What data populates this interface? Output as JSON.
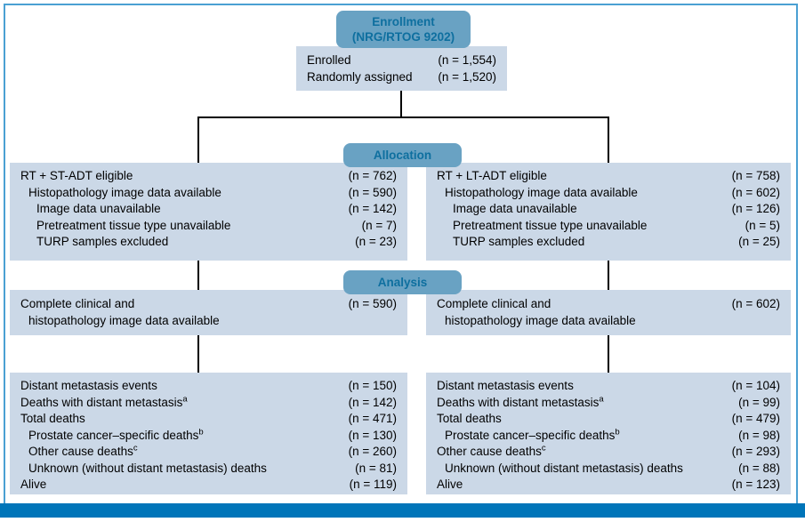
{
  "colors": {
    "header_fill": "#69a2c3",
    "header_text": "#0e6f9f",
    "box_fill": "#cbd8e7",
    "line": "#000000",
    "bottom_bar": "#0075b9",
    "figure_border": "#4aa0d3"
  },
  "enrollment": {
    "header": {
      "line1": "Enrollment",
      "line2": "(NRG/RTOG 9202)"
    },
    "rows": [
      {
        "label": "Enrolled",
        "value": "(n = 1,554)",
        "indent": 0
      },
      {
        "label": "Randomly assigned",
        "value": "(n = 1,520)",
        "indent": 0
      }
    ]
  },
  "allocation": {
    "header": "Allocation",
    "left": {
      "rows": [
        {
          "label": "RT + ST-ADT eligible",
          "value": "(n = 762)",
          "indent": 0
        },
        {
          "label": "Histopathology image data available",
          "value": "(n = 590)",
          "indent": 1
        },
        {
          "label": "Image data unavailable",
          "value": "(n = 142)",
          "indent": 2
        },
        {
          "label": "Pretreatment tissue type unavailable",
          "value": "(n = 7)",
          "indent": 2
        },
        {
          "label": "TURP samples excluded",
          "value": "(n = 23)",
          "indent": 2
        }
      ]
    },
    "right": {
      "rows": [
        {
          "label": "RT + LT-ADT eligible",
          "value": "(n = 758)",
          "indent": 0
        },
        {
          "label": "Histopathology image data available",
          "value": "(n = 602)",
          "indent": 1
        },
        {
          "label": "Image data unavailable",
          "value": "(n = 126)",
          "indent": 2
        },
        {
          "label": "Pretreatment tissue type unavailable",
          "value": "(n = 5)",
          "indent": 2
        },
        {
          "label": "TURP samples excluded",
          "value": "(n = 25)",
          "indent": 2
        }
      ]
    }
  },
  "analysis": {
    "header": "Analysis",
    "left": {
      "rows": [
        {
          "label": "Complete clinical and",
          "value": "(n = 590)",
          "indent": 0
        },
        {
          "label": "histopathology image data available",
          "value": "",
          "indent": 1
        }
      ]
    },
    "right": {
      "rows": [
        {
          "label": "Complete clinical and",
          "value": "(n = 602)",
          "indent": 0
        },
        {
          "label": "histopathology image data available",
          "value": "",
          "indent": 1
        }
      ]
    }
  },
  "outcomes": {
    "left": {
      "rows": [
        {
          "label": "Distant metastasis events",
          "value": "(n = 150)",
          "indent": 0
        },
        {
          "label": "Deaths with distant metastasis",
          "sup": "a",
          "value": "(n = 142)",
          "indent": 0
        },
        {
          "label": "Total deaths",
          "value": "(n = 471)",
          "indent": 0
        },
        {
          "label": "Prostate cancer–specific deaths",
          "sup": "b",
          "value": "(n = 130)",
          "indent": 1
        },
        {
          "label": "Other cause deaths",
          "sup": "c",
          "value": "(n = 260)",
          "indent": 1
        },
        {
          "label": "Unknown (without distant metastasis) deaths",
          "value": "(n = 81)",
          "indent": 1
        },
        {
          "label": "Alive",
          "value": "(n = 119)",
          "indent": 0
        }
      ]
    },
    "right": {
      "rows": [
        {
          "label": "Distant metastasis events",
          "value": "(n = 104)",
          "indent": 0
        },
        {
          "label": "Deaths with distant metastasis",
          "sup": "a",
          "value": "(n = 99)",
          "indent": 0
        },
        {
          "label": "Total deaths",
          "value": "(n = 479)",
          "indent": 0
        },
        {
          "label": "Prostate cancer–specific deaths",
          "sup": "b",
          "value": "(n = 98)",
          "indent": 1
        },
        {
          "label": "Other cause deaths",
          "sup": "c",
          "value": "(n = 293)",
          "indent": 0
        },
        {
          "label": "Unknown (without distant metastasis) deaths",
          "value": "(n = 88)",
          "indent": 1
        },
        {
          "label": "Alive",
          "value": "(n = 123)",
          "indent": 0
        }
      ]
    }
  }
}
